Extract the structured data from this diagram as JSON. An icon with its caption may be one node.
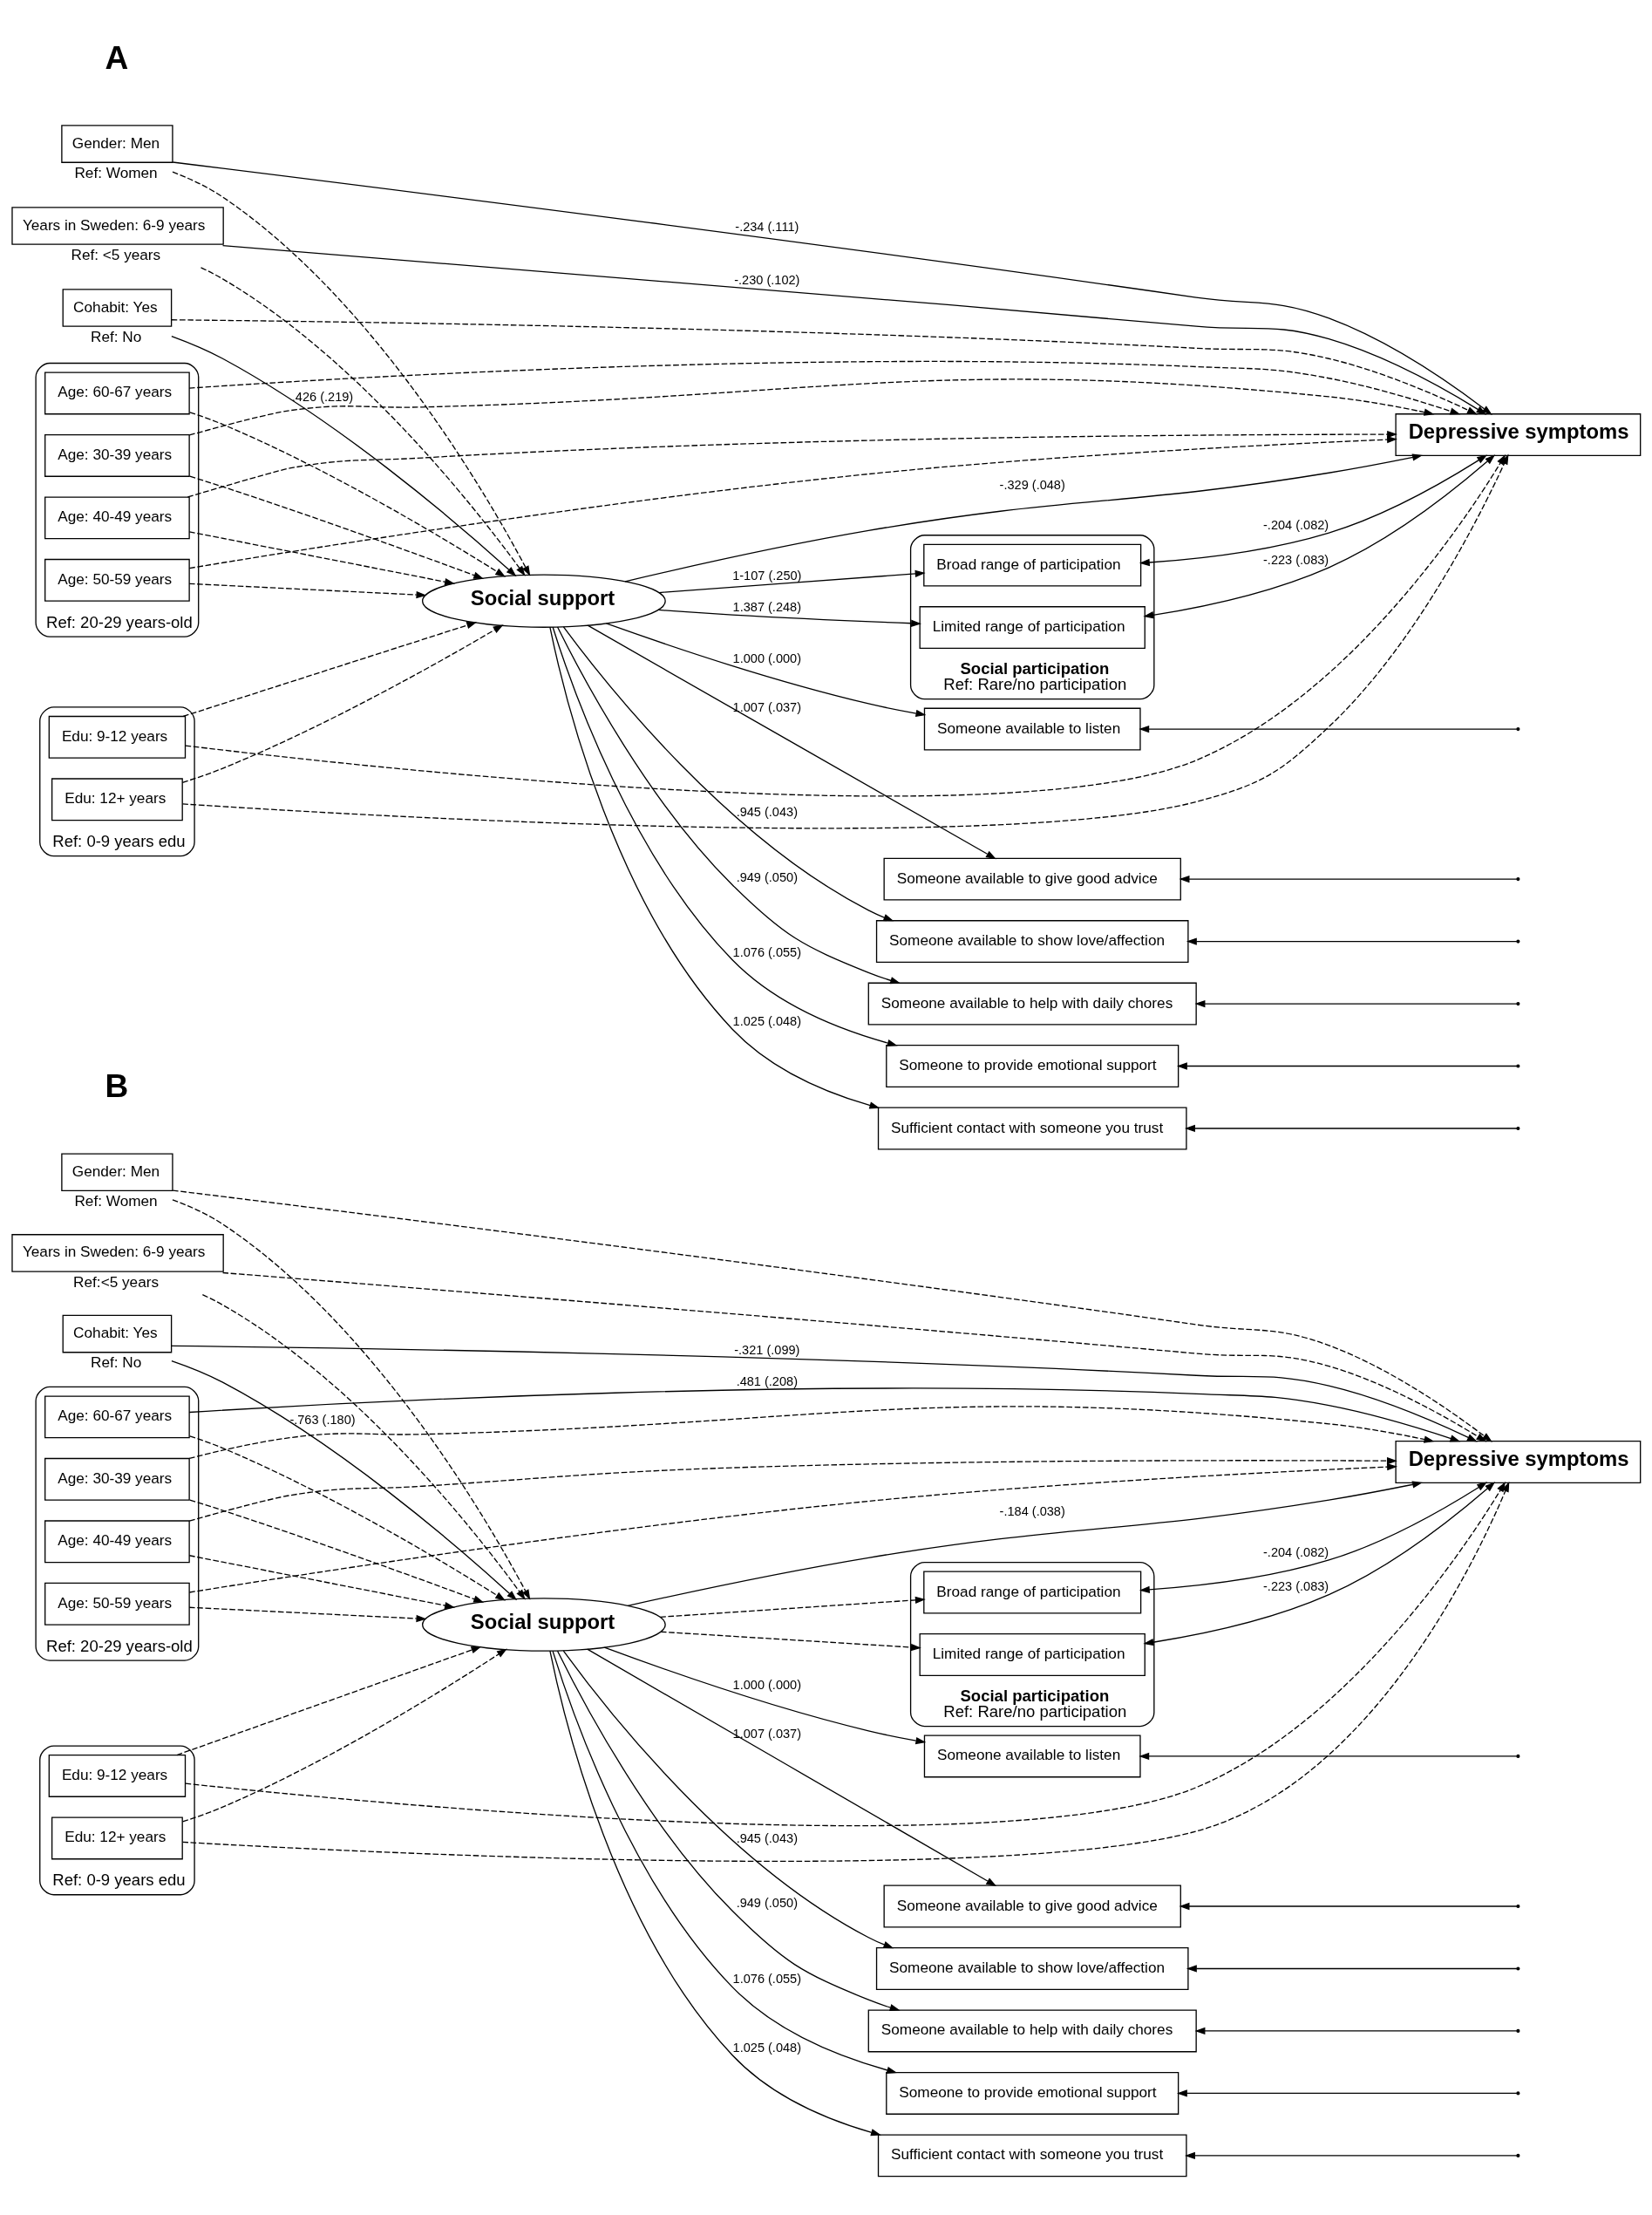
{
  "diagram": {
    "nodes": [
      {
        "text": [
          "Social support"
        ]
      },
      {
        "text": [
          "Someone available to listen"
        ]
      },
      {
        "text": [
          "Someone available to give good advice"
        ]
      },
      {
        "text": [
          "Someone available to show love/affection"
        ]
      },
      {
        "text": [
          "Someone available to help with daily chores"
        ]
      },
      {
        "text": [
          "Someone to provide emotional support"
        ]
      },
      {
        "text": [
          "Sufficient contact with someone you trust"
        ]
      },
      {
        "text": [
          "Social participation",
          "Ref: Rare/no participation"
        ]
      },
      {
        "text": [
          "Broad range of participation"
        ],
        "in": 7
      },
      {
        "text": [
          "Limited range of participation"
        ],
        "in": 7
      },
      {
        "text": [
          "Depressive symptoms"
        ]
      },
      {
        "text": [
          "Gender: Men"
        ],
        "beside": [
          "Ref: Women"
        ]
      },
      {
        "text": [
          "Ref: 20-29 years-old"
        ]
      },
      {
        "text": [
          "Age: 30-39 years"
        ],
        "in": 12
      },
      {
        "text": [
          "Age: 40-49 years"
        ],
        "in": 12
      },
      {
        "text": [
          "Age: 50-59 years"
        ],
        "in": 12
      },
      {
        "text": [
          "Age: 60-67 years"
        ],
        "in": 12
      },
      {
        "text": [
          "Ref: 0-9 years edu"
        ]
      },
      {
        "text": [
          "Edu: 9-12 years"
        ],
        "in": 17
      },
      {
        "text": [
          "Edu: 12+ years"
        ],
        "in": 17
      },
      {
        "text": [
          "Cohabit: Yes"
        ],
        "beside": [
          "Ref: No"
        ]
      },
      {
        "text": [
          "Years in Sweden: 6-9 years"
        ],
        "beside": [
          "Ref: <5 years"
        ]
      },
      {
        "text": [
          "Social support"
        ]
      },
      {
        "text": [
          "Someone available to listen"
        ]
      },
      {
        "text": [
          "Someone available to give good advice"
        ]
      },
      {
        "text": [
          "Someone available to show love/affection"
        ]
      },
      {
        "text": [
          "Someone available to help with daily chores"
        ]
      },
      {
        "text": [
          "Someone to provide emotional support"
        ]
      },
      {
        "text": [
          "Sufficient contact with someone you trust"
        ]
      },
      {
        "text": [
          "Social participation",
          "Ref: Rare/no participation"
        ]
      },
      {
        "text": [
          "Broad range of participation"
        ],
        "in": 29
      },
      {
        "text": [
          "Limited range of participation"
        ],
        "in": 29
      },
      {
        "text": [
          "Depressive symptoms"
        ]
      },
      {
        "text": [
          "Gender: Men"
        ],
        "beside": [
          "Ref: Women"
        ]
      },
      {
        "text": [
          "Ref: 20-29 years-old"
        ]
      },
      {
        "text": [
          "Age: 30-39 years"
        ],
        "in": 34
      },
      {
        "text": [
          "Age: 40-49 years"
        ],
        "in": 34
      },
      {
        "text": [
          "Age: 50-59 years"
        ],
        "in": 34
      },
      {
        "text": [
          "Age: 60-67 years"
        ],
        "in": 34
      },
      {
        "text": [
          "Ref: 0-9 years edu"
        ]
      },
      {
        "text": [
          "Edu: 9-12 years"
        ],
        "in": 39
      },
      {
        "text": [
          "Edu: 12+ years"
        ],
        "in": 39
      },
      {
        "text": [
          "Cohabit: Yes"
        ],
        "beside": [
          "Ref: No"
        ]
      },
      {
        "text": [
          "Years in Sweden: 6-9 years"
        ],
        "beside": [
          "Ref:<5 years"
        ]
      }
    ],
    "edges": [
      {
        "from": null,
        "to": 1,
        "arrow": "to"
      },
      {
        "from": null,
        "to": 2,
        "arrow": "to"
      },
      {
        "from": null,
        "to": 3,
        "arrow": "to"
      },
      {
        "from": null,
        "to": 4,
        "arrow": "to"
      },
      {
        "from": null,
        "to": 5,
        "arrow": "to"
      },
      {
        "from": null,
        "to": 6,
        "arrow": "to"
      },
      {
        "from": 0,
        "to": 1,
        "arrow": "to",
        "label": "1.000 (.000)"
      },
      {
        "from": 0,
        "to": 2,
        "arrow": "to",
        "label": "1.007 (.037)"
      },
      {
        "from": 0,
        "to": 3,
        "arrow": "to",
        "label": ".945 (.043)"
      },
      {
        "from": 0,
        "to": 4,
        "arrow": "to",
        "label": ".949 (.050)"
      },
      {
        "from": 0,
        "to": 5,
        "arrow": "to",
        "label": "1.076 (.055)"
      },
      {
        "from": 0,
        "to": 6,
        "arrow": "to",
        "label": "1.025 (.048)"
      },
      {
        "from": 0,
        "to": 10,
        "arrow": "to",
        "label": "-.329 (.048)"
      },
      {
        "from": 0,
        "to": 8,
        "arrow": "to",
        "label": "1-107 (.250)"
      },
      {
        "from": 0,
        "to": 9,
        "arrow": "to",
        "label": "1.387 (.248)"
      },
      {
        "from": 8,
        "to": 10,
        "arrow": "both",
        "label": "-.204 (.082)"
      },
      {
        "from": 9,
        "to": 10,
        "arrow": "both",
        "label": "-.223 (.083)"
      },
      {
        "from": 11,
        "to": 0,
        "arrow": "to",
        "style": "dashed"
      },
      {
        "from": 11,
        "to": 10,
        "arrow": "to",
        "label": "-.234 (.111)"
      },
      {
        "from": 13,
        "to": 0,
        "arrow": "to",
        "style": "dashed"
      },
      {
        "from": 13,
        "to": 10,
        "arrow": "to",
        "style": "dashed"
      },
      {
        "from": 14,
        "to": 0,
        "arrow": "to",
        "style": "dashed"
      },
      {
        "from": 14,
        "to": 10,
        "arrow": "to",
        "style": "dashed"
      },
      {
        "from": 15,
        "to": 0,
        "arrow": "to",
        "style": "dashed"
      },
      {
        "from": 15,
        "to": 10,
        "arrow": "to",
        "style": "dashed"
      },
      {
        "from": 16,
        "to": 0,
        "arrow": "to",
        "style": "dashed"
      },
      {
        "from": 16,
        "to": 10,
        "arrow": "to",
        "style": "dashed"
      },
      {
        "from": 18,
        "to": 0,
        "arrow": "to",
        "style": "dashed"
      },
      {
        "from": 18,
        "to": 10,
        "arrow": "to",
        "style": "dashed"
      },
      {
        "from": 19,
        "to": 0,
        "arrow": "to",
        "style": "dashed"
      },
      {
        "from": 19,
        "to": 10,
        "arrow": "to",
        "style": "dashed"
      },
      {
        "from": 20,
        "to": 0,
        "arrow": "to",
        "label": ".426 (.219)"
      },
      {
        "from": 20,
        "to": 10,
        "arrow": "to",
        "style": "dashed"
      },
      {
        "from": 21,
        "to": 0,
        "arrow": "to",
        "style": "dashed"
      },
      {
        "from": 21,
        "to": 10,
        "arrow": "to",
        "label": "-.230 (.102)"
      },
      {
        "from": null,
        "to": 23,
        "arrow": "to"
      },
      {
        "from": null,
        "to": 24,
        "arrow": "to"
      },
      {
        "from": null,
        "to": 25,
        "arrow": "to"
      },
      {
        "from": null,
        "to": 26,
        "arrow": "to"
      },
      {
        "from": null,
        "to": 27,
        "arrow": "to"
      },
      {
        "from": null,
        "to": 28,
        "arrow": "to"
      },
      {
        "from": 22,
        "to": 23,
        "arrow": "to",
        "label": "1.000 (.000)"
      },
      {
        "from": 22,
        "to": 24,
        "arrow": "to",
        "label": "1.007 (.037)"
      },
      {
        "from": 22,
        "to": 25,
        "arrow": "to",
        "label": ".945 (.043)"
      },
      {
        "from": 22,
        "to": 26,
        "arrow": "to",
        "label": ".949 (.050)"
      },
      {
        "from": 22,
        "to": 27,
        "arrow": "to",
        "label": "1.076 (.055)"
      },
      {
        "from": 22,
        "to": 28,
        "arrow": "to",
        "label": "1.025 (.048)"
      },
      {
        "from": 22,
        "to": 32,
        "arrow": "to",
        "label": "-.184 (.038)"
      },
      {
        "from": 22,
        "to": 30,
        "arrow": "to",
        "style": "dashed"
      },
      {
        "from": 22,
        "to": 31,
        "arrow": "to",
        "style": "dashed"
      },
      {
        "from": 30,
        "to": 32,
        "arrow": "both",
        "label": "-.204 (.082)"
      },
      {
        "from": 31,
        "to": 32,
        "arrow": "both",
        "label": "-.223 (.083)"
      },
      {
        "from": 33,
        "to": 22,
        "arrow": "to",
        "style": "dashed"
      },
      {
        "from": 33,
        "to": 32,
        "arrow": "to",
        "style": "dashed"
      },
      {
        "from": 35,
        "to": 22,
        "arrow": "to",
        "style": "dashed"
      },
      {
        "from": 35,
        "to": 32,
        "arrow": "to",
        "style": "dashed"
      },
      {
        "from": 36,
        "to": 22,
        "arrow": "to",
        "style": "dashed"
      },
      {
        "from": 36,
        "to": 32,
        "arrow": "to",
        "style": "dashed"
      },
      {
        "from": 37,
        "to": 22,
        "arrow": "to",
        "style": "dashed"
      },
      {
        "from": 37,
        "to": 32,
        "arrow": "to",
        "style": "dashed"
      },
      {
        "from": 38,
        "to": 22,
        "arrow": "to",
        "style": "dashed"
      },
      {
        "from": 38,
        "to": 32,
        "arrow": "to",
        "label": ".481 (.208)"
      },
      {
        "from": 40,
        "to": 22,
        "arrow": "to",
        "style": "dashed"
      },
      {
        "from": 40,
        "to": 32,
        "arrow": "to",
        "style": "dashed"
      },
      {
        "from": 41,
        "to": 22,
        "arrow": "to",
        "style": "dashed"
      },
      {
        "from": 41,
        "to": 32,
        "arrow": "to",
        "style": "dashed"
      },
      {
        "from": 42,
        "to": 22,
        "arrow": "to",
        "label": "-.763 (.180)"
      },
      {
        "from": 42,
        "to": 32,
        "arrow": "to",
        "label": "-.321 (.099)"
      },
      {
        "from": 43,
        "to": 22,
        "arrow": "to",
        "style": "dashed"
      },
      {
        "from": 43,
        "to": 32,
        "arrow": "to",
        "style": "dashed"
      }
    ],
    "labels": [
      "A",
      "B"
    ]
  }
}
